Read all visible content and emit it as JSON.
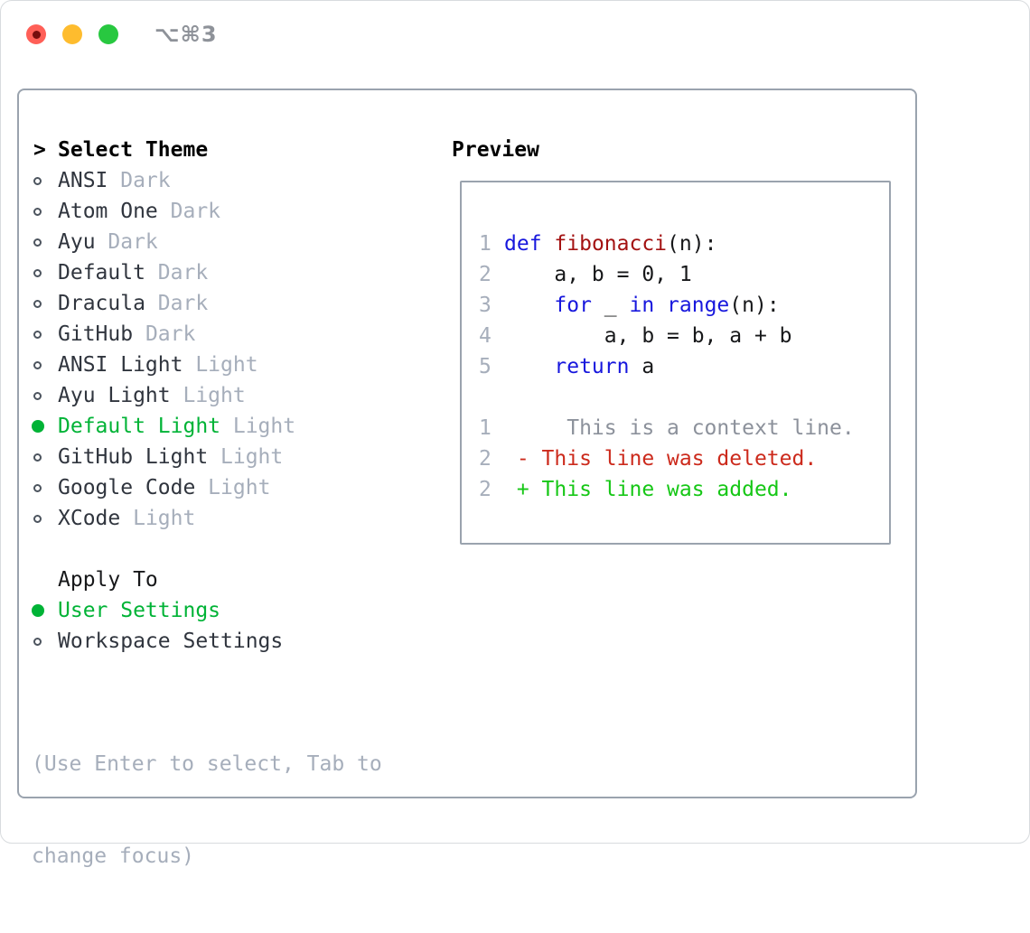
{
  "window": {
    "title": "⌥⌘3",
    "traffic_lights": [
      {
        "name": "close",
        "color": "#ff5f57"
      },
      {
        "name": "minimize",
        "color": "#febc2e"
      },
      {
        "name": "zoom",
        "color": "#28c840"
      }
    ]
  },
  "theme_picker": {
    "header": {
      "prompt": ">",
      "label": "Select Theme"
    },
    "themes": [
      {
        "name": "ANSI",
        "variant": "Dark",
        "selected": false
      },
      {
        "name": "Atom One",
        "variant": "Dark",
        "selected": false
      },
      {
        "name": "Ayu",
        "variant": "Dark",
        "selected": false
      },
      {
        "name": "Default",
        "variant": "Dark",
        "selected": false
      },
      {
        "name": "Dracula",
        "variant": "Dark",
        "selected": false
      },
      {
        "name": "GitHub",
        "variant": "Dark",
        "selected": false
      },
      {
        "name": "ANSI Light",
        "variant": "Light",
        "selected": false
      },
      {
        "name": "Ayu Light",
        "variant": "Light",
        "selected": false
      },
      {
        "name": "Default Light",
        "variant": "Light",
        "selected": true
      },
      {
        "name": "GitHub Light",
        "variant": "Light",
        "selected": false
      },
      {
        "name": "Google Code",
        "variant": "Light",
        "selected": false
      },
      {
        "name": "XCode",
        "variant": "Light",
        "selected": false
      }
    ],
    "apply_to": {
      "label": "Apply To",
      "options": [
        {
          "name": "User Settings",
          "selected": true
        },
        {
          "name": "Workspace Settings",
          "selected": false
        }
      ]
    },
    "help": [
      "(Use Enter to select, Tab to",
      "change focus)"
    ]
  },
  "preview": {
    "label": "Preview",
    "code": [
      {
        "num": "1",
        "tokens": [
          [
            "kw",
            "def"
          ],
          [
            "pl",
            " "
          ],
          [
            "fn",
            "fibonacci"
          ],
          [
            "pl",
            "(n):"
          ]
        ]
      },
      {
        "num": "2",
        "tokens": [
          [
            "pl",
            "    a, b = 0, 1"
          ]
        ]
      },
      {
        "num": "3",
        "tokens": [
          [
            "pl",
            "    "
          ],
          [
            "kw",
            "for"
          ],
          [
            "pl",
            " _ "
          ],
          [
            "kw",
            "in"
          ],
          [
            "pl",
            " "
          ],
          [
            "kw",
            "range"
          ],
          [
            "pl",
            "(n):"
          ]
        ]
      },
      {
        "num": "4",
        "tokens": [
          [
            "pl",
            "        a, b = b, a + b"
          ]
        ]
      },
      {
        "num": "5",
        "tokens": [
          [
            "pl",
            "    "
          ],
          [
            "kw",
            "return"
          ],
          [
            "pl",
            " a"
          ]
        ]
      }
    ],
    "diff": [
      {
        "num": "1",
        "kind": "context",
        "text": "     This is a context line."
      },
      {
        "num": "2",
        "kind": "deleted",
        "text": " - This line was deleted."
      },
      {
        "num": "2",
        "kind": "added",
        "text": " + This line was added."
      }
    ]
  },
  "colors": {
    "green-select": "#00b336",
    "green-add": "#16c716",
    "red-del": "#cc2a1c",
    "red-fn": "#a31212",
    "blue-kw": "#1717dd",
    "muted": "#a6aebb",
    "ctx-gray": "#8c919b",
    "border-gray": "#9aa3ae",
    "title-gray": "#8e9299"
  }
}
